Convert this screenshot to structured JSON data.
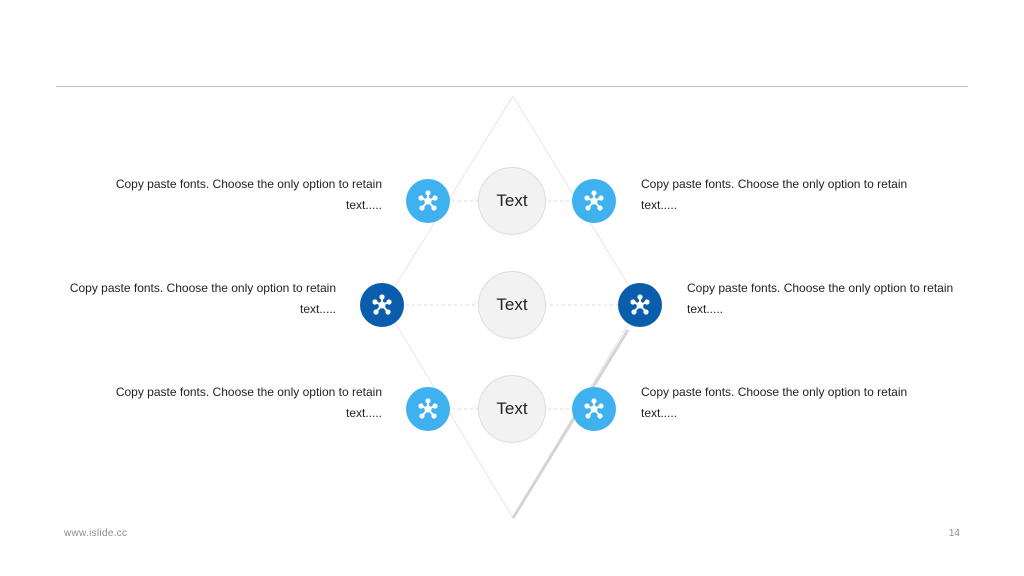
{
  "rows": [
    {
      "center_label": "Text",
      "left": {
        "text": "Copy paste fonts. Choose the only option to retain text.....",
        "node_style": "light",
        "icon": "network-icon"
      },
      "right": {
        "text": "Copy paste fonts. Choose the only option to retain text.....",
        "node_style": "light",
        "icon": "network-icon"
      }
    },
    {
      "center_label": "Text",
      "left": {
        "text": "Copy paste fonts. Choose the only option to retain text.....",
        "node_style": "dark",
        "icon": "network-icon"
      },
      "right": {
        "text": "Copy paste fonts. Choose the only option to retain text.....",
        "node_style": "dark",
        "icon": "network-icon"
      }
    },
    {
      "center_label": "Text",
      "left": {
        "text": "Copy paste fonts. Choose the only option to retain text.....",
        "node_style": "light",
        "icon": "network-icon"
      },
      "right": {
        "text": "Copy paste fonts. Choose the only option to retain text.....",
        "node_style": "light",
        "icon": "network-icon"
      }
    }
  ],
  "footer": {
    "url": "www.islide.cc",
    "page_number": "14"
  },
  "colors": {
    "light_node": "#3fb1ef",
    "dark_node": "#0a5cad",
    "center_fill": "#f2f2f2",
    "rule": "#bdbdbd"
  }
}
